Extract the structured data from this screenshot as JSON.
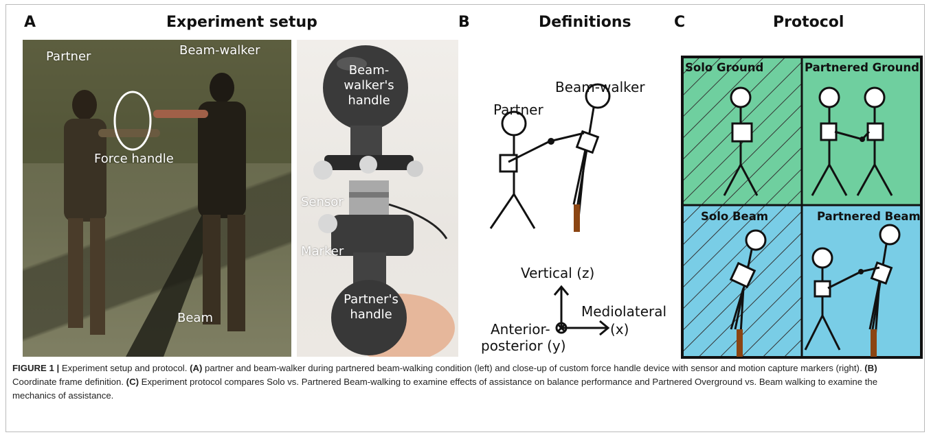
{
  "panels": {
    "A": {
      "letter": "A",
      "title": "Experiment setup"
    },
    "B": {
      "letter": "B",
      "title": "Definitions"
    },
    "C": {
      "letter": "C",
      "title": "Protocol"
    }
  },
  "photo_left": {
    "partner": "Partner",
    "beam_walker": "Beam-walker",
    "force_handle": "Force handle",
    "beam": "Beam"
  },
  "photo_right": {
    "beam_walker_handle": "Beam-\nwalker's\nhandle",
    "sensor": "Sensor",
    "marker": "Marker",
    "partner_handle": "Partner's\nhandle"
  },
  "definitions": {
    "partner": "Partner",
    "beam_walker": "Beam-walker",
    "vertical": "Vertical (z)",
    "mediolateral": "Mediolateral",
    "x": "(x)",
    "anterior": "Anterior-",
    "posterior": "posterior (y)"
  },
  "protocol": {
    "cells": [
      "Solo Ground",
      "Partnered Ground",
      "Solo Beam",
      "Partnered Beam"
    ],
    "colors": {
      "ground": "#6fcf9f",
      "beam": "#79cde6",
      "leg": "#8b4513"
    }
  },
  "caption": {
    "lead": "FIGURE 1 |",
    "s0": " Experiment setup and protocol. ",
    "a": "(A)",
    "s1": " partner and beam-walker during partnered beam-walking condition (left) and close-up of custom force handle device with sensor and motion capture markers (right). ",
    "b": "(B)",
    "s2": " Coordinate frame definition. ",
    "c": "(C)",
    "s3": " Experiment protocol compares Solo vs. Partnered Beam-walking to examine effects of assistance on balance performance and Partnered Overground vs. Beam walking to examine the mechanics of assistance."
  }
}
